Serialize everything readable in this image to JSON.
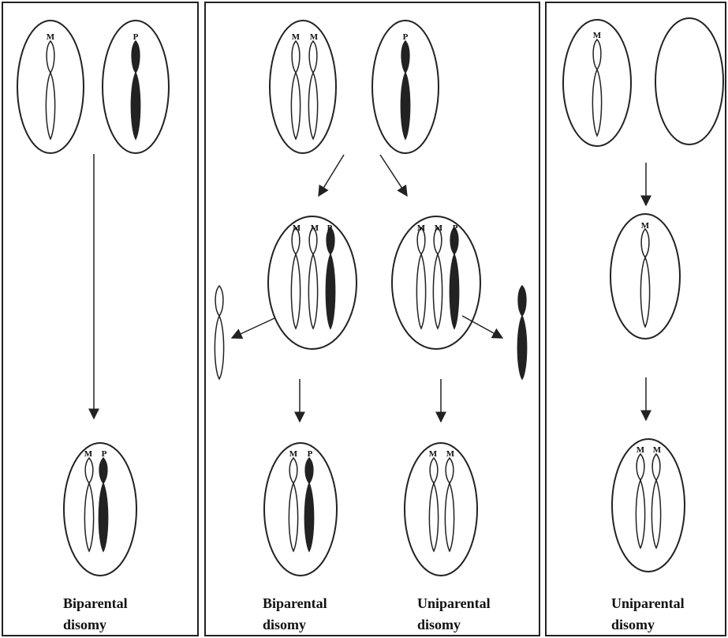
{
  "panels": {
    "left": {
      "top_cell": [
        "M",
        "P"
      ],
      "result_cell": [
        "M",
        "P"
      ],
      "caption": [
        "Biparental",
        "disomy"
      ]
    },
    "middle": {
      "top_cell_maternal": [
        "M",
        "M"
      ],
      "top_cell_paternal": [
        "P"
      ],
      "trisomic_cell_a": [
        "M",
        "M",
        "P"
      ],
      "trisomic_cell_b": [
        "M",
        "M",
        "P"
      ],
      "result_cell_a": [
        "M",
        "P"
      ],
      "result_cell_b": [
        "M",
        "M"
      ],
      "caption_a": [
        "Biparental",
        "disomy"
      ],
      "caption_b": [
        "Uniparental",
        "disomy"
      ]
    },
    "right": {
      "top_cell": [
        "M"
      ],
      "monosomic_cell": [
        "M"
      ],
      "result_cell": [
        "M",
        "M"
      ],
      "caption": [
        "Uniparental",
        "disomy"
      ]
    }
  }
}
